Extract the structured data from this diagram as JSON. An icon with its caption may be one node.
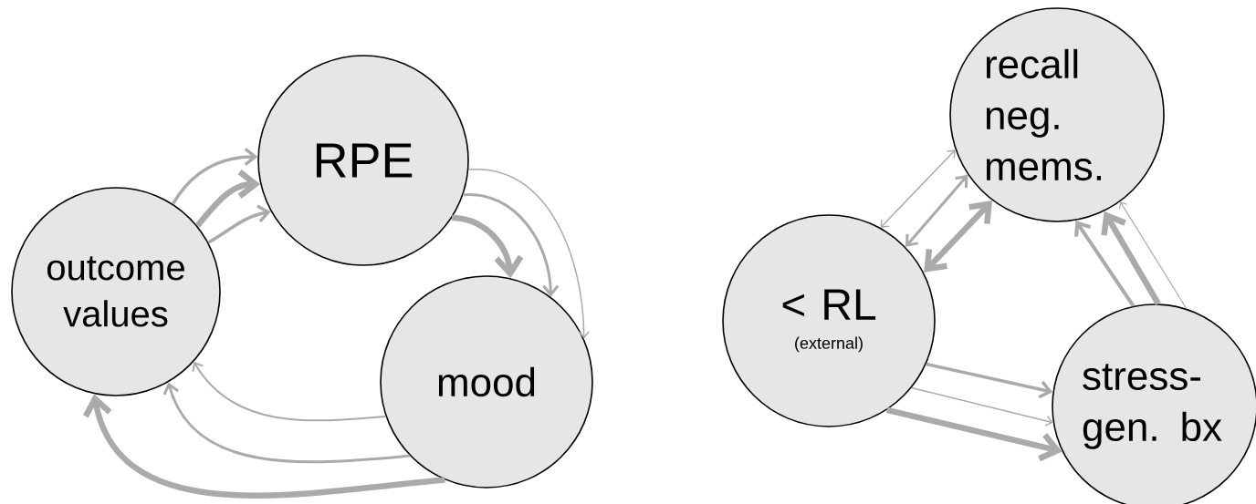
{
  "diagram": {
    "nodes": [
      {
        "text": [
          "RPE"
        ]
      },
      {
        "text": [
          "outcome values"
        ]
      },
      {
        "text": [
          "mood"
        ]
      },
      {
        "text": [
          "recall neg. mems."
        ]
      },
      {
        "text": [
          "< RL",
          "(external)"
        ]
      },
      {
        "text": [
          "stress-gen. bx"
        ]
      }
    ],
    "edges": [
      {
        "from": 1,
        "to": 0,
        "arrow": "to"
      },
      {
        "from": 1,
        "to": 0,
        "arrow": "to",
        "style": "thick"
      },
      {
        "from": 1,
        "to": 0,
        "arrow": "to"
      },
      {
        "from": 0,
        "to": 2,
        "arrow": "to",
        "style": "thick"
      },
      {
        "from": 0,
        "to": 2,
        "arrow": "to"
      },
      {
        "from": 0,
        "to": 2,
        "arrow": "to"
      },
      {
        "from": 2,
        "to": 1,
        "arrow": "to"
      },
      {
        "from": 2,
        "to": 1,
        "arrow": "to"
      },
      {
        "from": 2,
        "to": 1,
        "arrow": "to",
        "style": "thick"
      },
      {
        "from": 4,
        "to": 3,
        "arrow": "both"
      },
      {
        "from": 4,
        "to": 3,
        "arrow": "both"
      },
      {
        "from": 4,
        "to": 3,
        "arrow": "both",
        "style": "thick"
      },
      {
        "from": 5,
        "to": 3,
        "arrow": "to"
      },
      {
        "from": 5,
        "to": 3,
        "arrow": "to",
        "style": "thick"
      },
      {
        "from": 5,
        "to": 3,
        "arrow": "to"
      },
      {
        "from": 4,
        "to": 5,
        "arrow": "to"
      },
      {
        "from": 4,
        "to": 5,
        "arrow": "to"
      },
      {
        "from": 4,
        "to": 5,
        "arrow": "to",
        "style": "thick"
      }
    ]
  }
}
